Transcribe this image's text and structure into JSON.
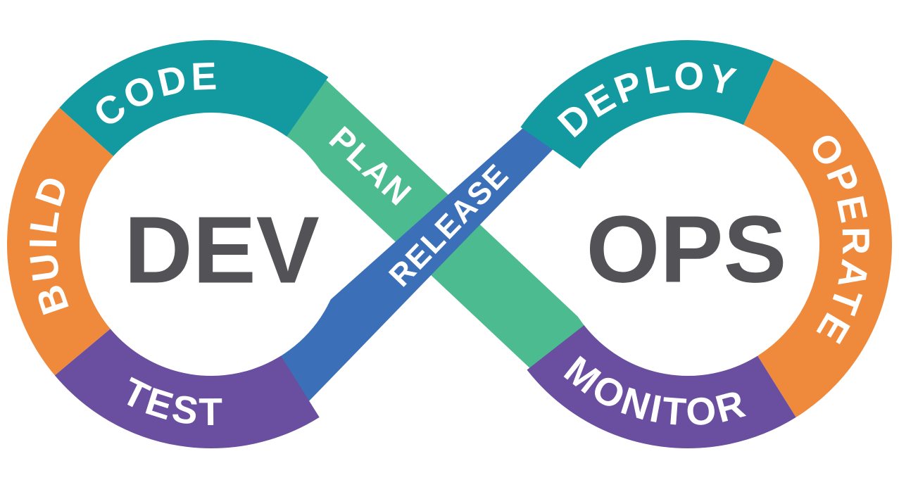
{
  "diagram": {
    "type": "devops-infinity-loop",
    "left_loop": {
      "title": "DEV"
    },
    "right_loop": {
      "title": "OPS"
    },
    "stages": [
      {
        "id": "plan",
        "label": "PLAN",
        "color": "#4DBB90"
      },
      {
        "id": "code",
        "label": "CODE",
        "color": "#129AA0"
      },
      {
        "id": "build",
        "label": "BUILD",
        "color": "#EF8A3C"
      },
      {
        "id": "test",
        "label": "TEST",
        "color": "#6A4EA0"
      },
      {
        "id": "release",
        "label": "RELEASE",
        "color": "#3B70B8"
      },
      {
        "id": "deploy",
        "label": "DEPLOY",
        "color": "#129AA0"
      },
      {
        "id": "operate",
        "label": "OPERATE",
        "color": "#EF8A3C"
      },
      {
        "id": "monitor",
        "label": "MONITOR",
        "color": "#6A4EA0"
      }
    ],
    "colors": {
      "background": "#FFFFFF",
      "center_text": "#535357",
      "label_text": "#FFFFFF"
    }
  }
}
